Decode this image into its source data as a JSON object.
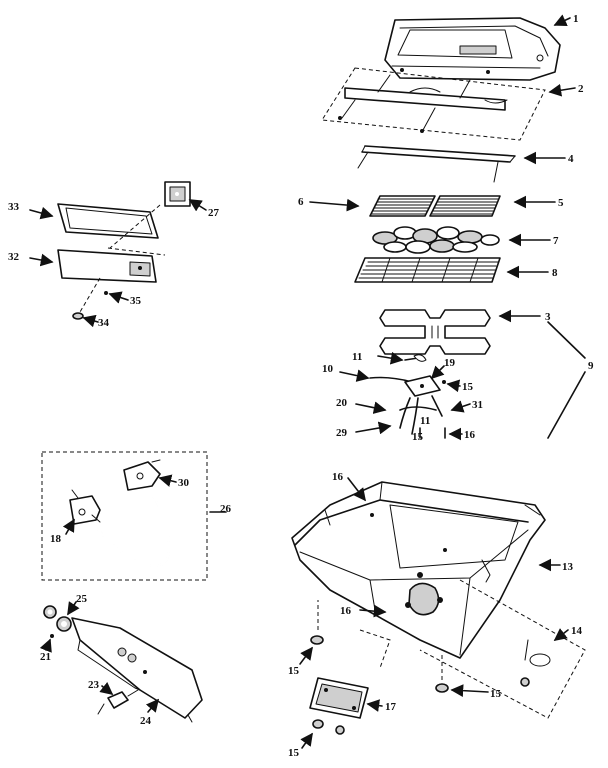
{
  "labels": {
    "l1": "1",
    "l2": "2",
    "l3": "3",
    "l4": "4",
    "l5": "5",
    "l6": "6",
    "l7": "7",
    "l8": "8",
    "l9": "9",
    "l10": "10",
    "l11a": "11",
    "l11b": "11",
    "l13": "13",
    "l14": "14",
    "l15a": "15",
    "l15b": "15",
    "l15c": "15",
    "l15d": "15",
    "l15e": "15",
    "l16a": "16",
    "l16b": "16",
    "l16c": "16",
    "l17": "17",
    "l18": "18",
    "l19": "19",
    "l20": "20",
    "l21": "21",
    "l23": "23",
    "l24": "24",
    "l25": "25",
    "l26": "26",
    "l27": "27",
    "l29": "29",
    "l30": "30",
    "l31": "31",
    "l32": "32",
    "l33": "33",
    "l34": "34",
    "l35": "35"
  }
}
